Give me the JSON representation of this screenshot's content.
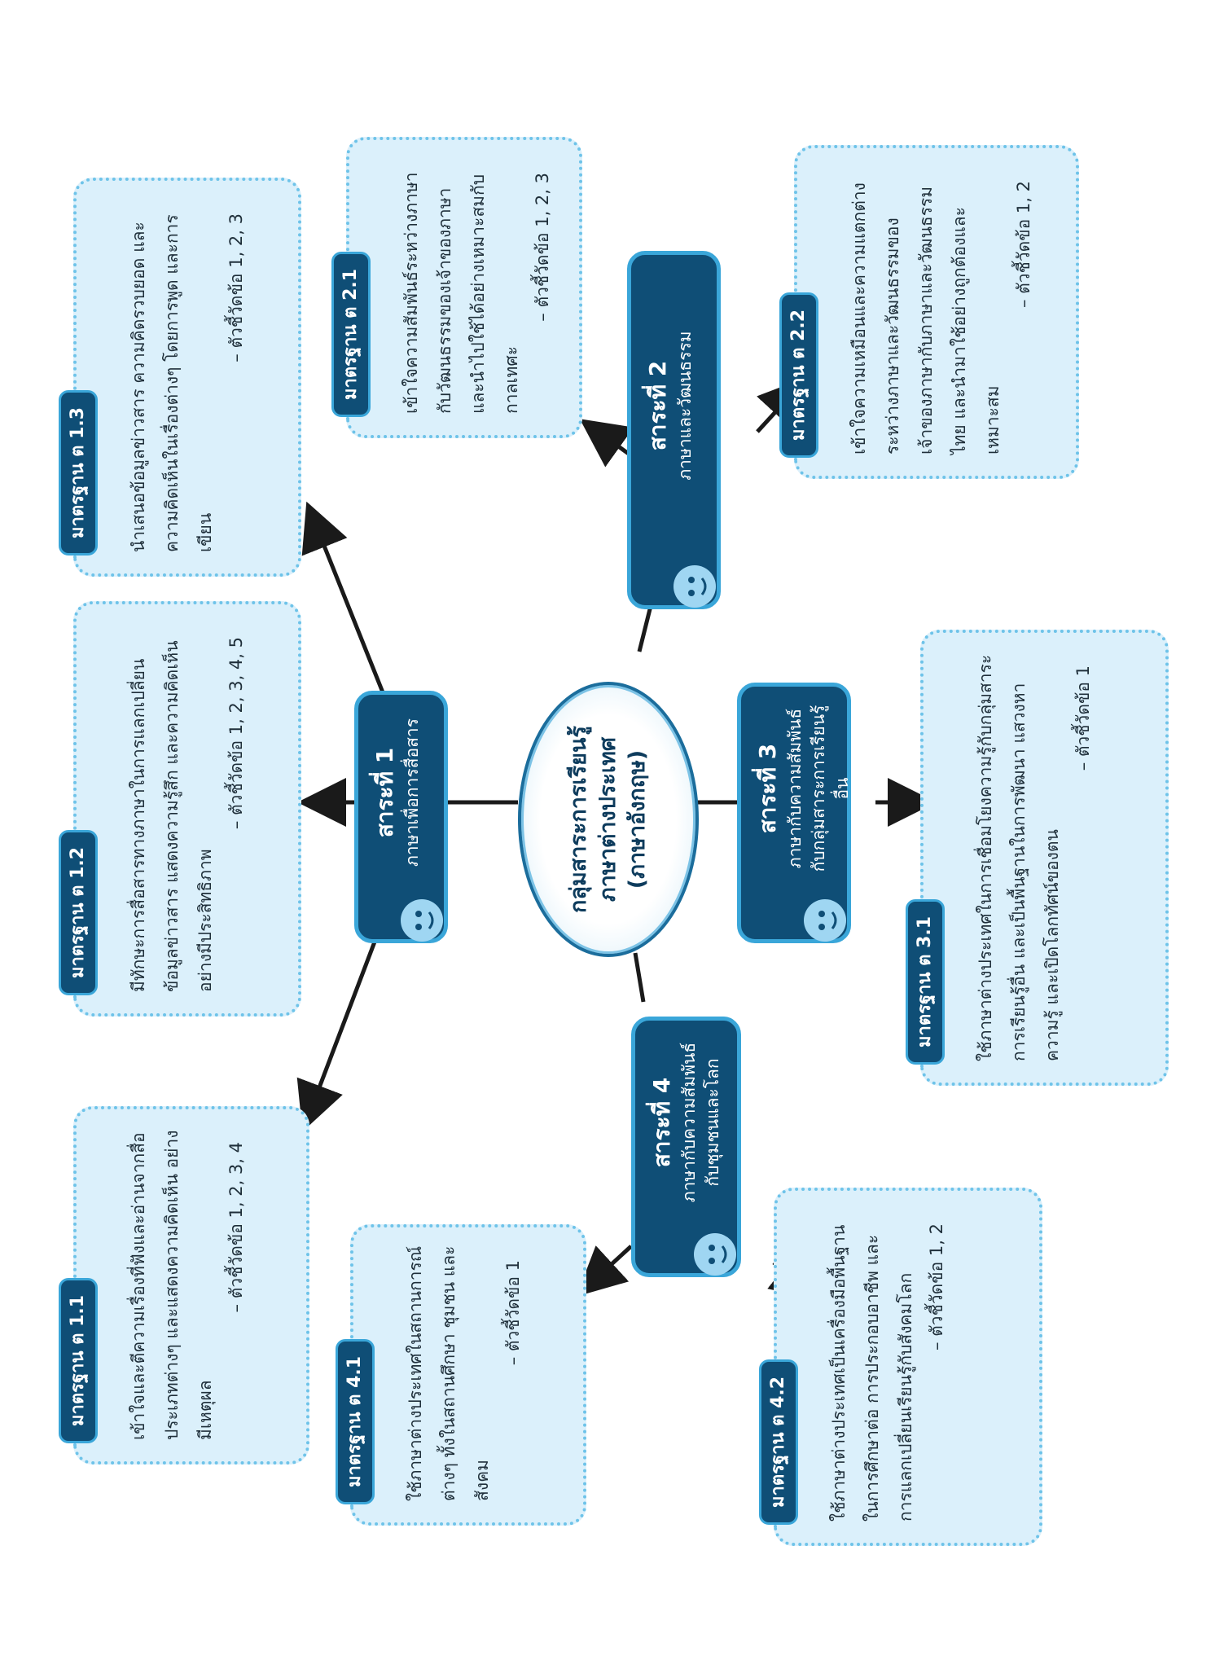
{
  "center": {
    "line1": "กลุ่มสาระการเรียนรู้",
    "line2": "ภาษาต่างประเทศ",
    "line3": "(ภาษาอังกฤษ)"
  },
  "strands": [
    {
      "title": "สาระที่ 1",
      "subtitle": "ภาษาเพื่อการสื่อสาร"
    },
    {
      "title": "สาระที่ 2",
      "subtitle": "ภาษาและวัฒนธรรม"
    },
    {
      "title": "สาระที่ 3",
      "subtitle": "ภาษากับความสัมพันธ์กับกลุ่มสาระการเรียนรู้อื่น"
    },
    {
      "title": "สาระที่ 4",
      "subtitle": "ภาษากับความสัมพันธ์กับชุมชนและโลก"
    }
  ],
  "standards": [
    {
      "tag": "มาตรฐาน ต 1.1",
      "text": "เข้าใจและตีความเรื่องที่ฟังและอ่านจากสื่อประเภทต่างๆ และแสดงความคิดเห็น อย่างมีเหตุผล",
      "indicators": "– ตัวชี้วัดข้อ 1, 2, 3, 4"
    },
    {
      "tag": "มาตรฐาน ต 1.2",
      "text": "มีทักษะการสื่อสารทางภาษาในการแลกเปลี่ยนข้อมูลข่าวสาร แสดงความรู้สึก และความคิดเห็นอย่างมีประสิทธิภาพ",
      "indicators": "– ตัวชี้วัดข้อ 1, 2, 3, 4, 5"
    },
    {
      "tag": "มาตรฐาน ต 1.3",
      "text": "นำเสนอข้อมูลข่าวสาร ความคิดรวบยอด และความคิดเห็นในเรื่องต่างๆ โดยการพูด และการเขียน",
      "indicators": "– ตัวชี้วัดข้อ 1, 2, 3"
    },
    {
      "tag": "มาตรฐาน ต 2.1",
      "text": "เข้าใจความสัมพันธ์ระหว่างภาษากับวัฒนธรรมของเจ้าของภาษา และนำไปใช้ได้อย่างเหมาะสมกับกาลเทศะ",
      "indicators": "– ตัวชี้วัดข้อ 1, 2, 3"
    },
    {
      "tag": "มาตรฐาน ต 2.2",
      "text": "เข้าใจความเหมือนและความแตกต่างระหว่างภาษาและวัฒนธรรมของเจ้าของภาษากับภาษาและวัฒนธรรมไทย และนำมาใช้อย่างถูกต้องและเหมาะสม",
      "indicators": "– ตัวชี้วัดข้อ 1, 2"
    },
    {
      "tag": "มาตรฐาน ต 3.1",
      "text": "ใช้ภาษาต่างประเทศในการเชื่อมโยงความรู้กับกลุ่มสาระการเรียนรู้อื่น และเป็นพื้นฐานในการพัฒนา แสวงหาความรู้ และเปิดโลกทัศน์ของตน",
      "indicators": "– ตัวชี้วัดข้อ 1"
    },
    {
      "tag": "มาตรฐาน ต 4.1",
      "text": "ใช้ภาษาต่างประเทศในสถานการณ์ต่างๆ ทั้งในสถานศึกษา ชุมชน และสังคม",
      "indicators": "– ตัวชี้วัดข้อ 1"
    },
    {
      "tag": "มาตรฐาน ต 4.2",
      "text": "ใช้ภาษาต่างประเทศเป็นเครื่องมือพื้นฐานในการศึกษาต่อ การประกอบอาชีพ และการแลกเปลี่ยนเรียนรู้กับสังคมโลก",
      "indicators": "– ตัวชี้วัดข้อ 1, 2"
    }
  ],
  "colors": {
    "dark_blue": "#0f4e76",
    "light_blue": "#dbf0fb",
    "accent": "#3aa6d9"
  }
}
